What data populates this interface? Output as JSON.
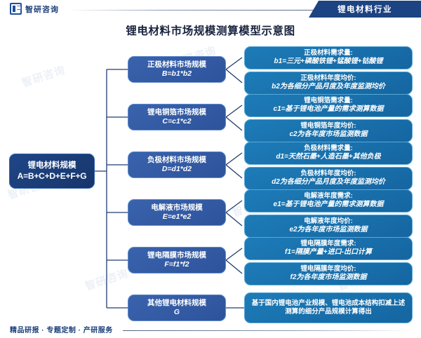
{
  "header": {
    "logo_text": "智研咨询",
    "logo_icon": "zhiyan-logo-icon",
    "industry_tag": "锂电材料行业"
  },
  "title": "锂电材料市场规模测算模型示意图",
  "watermark": "智研咨询",
  "footer": {
    "slogan": "精品研报 · 专题定制 · 产研服务"
  },
  "diagram": {
    "root": {
      "line1": "锂电材料规模",
      "line2": "A=B+C+D+E+F+G"
    },
    "branches": [
      {
        "mid": {
          "line1": "正极材料市场规模",
          "line2": "B=b1*b2"
        },
        "details": [
          {
            "line1": "正极材料需求量:",
            "line2": "b1=三元+磷酸铁锂+锰酸锂+钴酸锂"
          },
          {
            "line1": "正极材料年度均价:",
            "line2": "b2为各细分产品月度及年度监测均价"
          }
        ]
      },
      {
        "mid": {
          "line1": "锂电铜箔市场规模",
          "line2": "C=c1*c2"
        },
        "details": [
          {
            "line1": "锂电铜箔需求量:",
            "line2": "c1=基于锂电池产量的需求测算数据"
          },
          {
            "line1": "锂电铜箔年度均价:",
            "line2": "c2为各年度市场监测数据"
          }
        ]
      },
      {
        "mid": {
          "line1": "负极材料市场规模",
          "line2": "D=d1*d2"
        },
        "details": [
          {
            "line1": "负极材料需求量:",
            "line2": "d1=天然石墨+人造石墨+其他负极"
          },
          {
            "line1": "负极材料年度均价:",
            "line2": "d2为各细分产品月度及年度监测均价"
          }
        ]
      },
      {
        "mid": {
          "line1": "电解液市场规模",
          "line2": "E=e1*e2"
        },
        "details": [
          {
            "line1": "电解液年度需求:",
            "line2": "e1=基于锂电池产量的需求测算数据"
          },
          {
            "line1": "电解液年度均价:",
            "line2": "e2为各年度市场监测数据"
          }
        ]
      },
      {
        "mid": {
          "line1": "锂电隔膜市场规模",
          "line2": "F=f1*f2"
        },
        "details": [
          {
            "line1": "锂电隔膜年度需求:",
            "line2": "f1=隔膜产量+进口-出口计算"
          },
          {
            "line1": "锂电隔膜年度均价:",
            "line2": "f2为各年度市场监测数据"
          }
        ]
      },
      {
        "mid": {
          "line1": "其他锂电材料规模",
          "line2": "G"
        },
        "details": [
          {
            "line1": "基于国内锂电池产业规模、锂电池成本结构扣减上述测算的细分产品规模计算得出",
            "line2": ""
          }
        ]
      }
    ]
  },
  "colors": {
    "brand_navy": "#1c4382",
    "root_box": "#1f4687",
    "mid_box": "#3a63ad",
    "detail_box": "#1d7cb8",
    "line": "#1f3d70"
  }
}
